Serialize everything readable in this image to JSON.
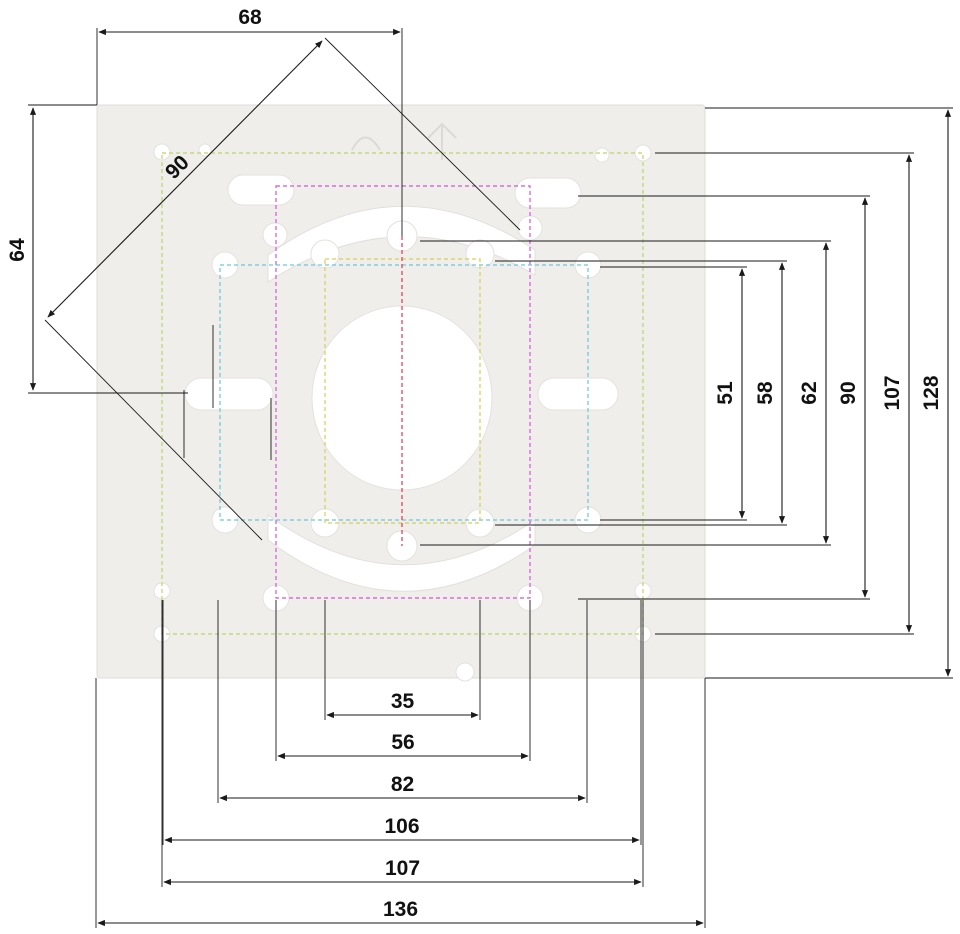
{
  "colors": {
    "plate": "#efeeea",
    "plate_edge": "#dedcd7",
    "outer_square": "#b7d86a",
    "magenta_rect": "#d455d8",
    "cyan_rect": "#6cc6de",
    "yellow_rect": "#d8cf55",
    "center_axis": "#e2364b"
  },
  "dimensions": {
    "top": "68",
    "diagonal": "90",
    "left": "64",
    "right": [
      "51",
      "58",
      "62",
      "90",
      "107",
      "128"
    ],
    "bottom": [
      "35",
      "56",
      "82",
      "106",
      "107",
      "136"
    ]
  },
  "icons": [
    "up-arrow-icon",
    "mounting-hole-icon"
  ]
}
